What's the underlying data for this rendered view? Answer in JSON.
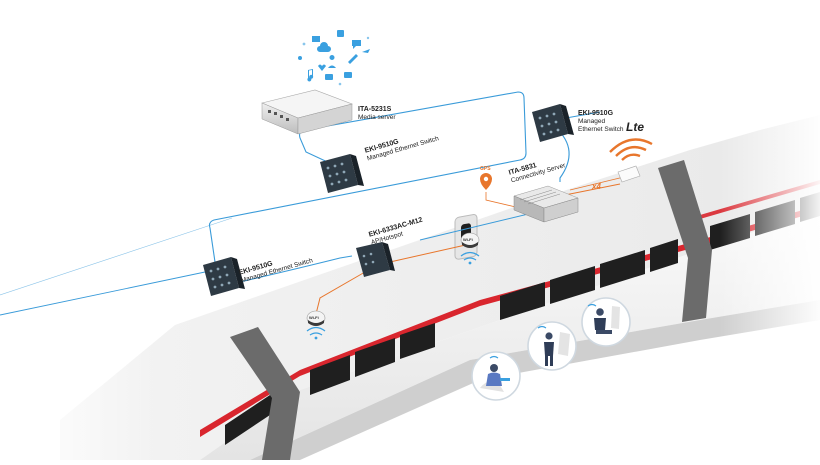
{
  "labels": {
    "media_server": {
      "model": "ITA-5231S",
      "desc": "Media server"
    },
    "switch_top_center": {
      "model": "EKI-9510G",
      "desc": "Managed Ethernet Switch"
    },
    "switch_top_right": {
      "model": "EKI-9510G",
      "desc_line1": "Managed",
      "desc_line2": "Ethernet Switch"
    },
    "connectivity_server": {
      "model": "ITA-5831",
      "desc": "Connectivity Server"
    },
    "access_point": {
      "model": "EKI-6333AC-M12",
      "desc": "AP/Hotspot"
    },
    "switch_left": {
      "model": "EKI-9510G",
      "desc": "Managed Ethernet Switch"
    }
  },
  "tags": {
    "gps": "GPS",
    "lte": "Lte",
    "x4": "x4",
    "wifi": "Wi-Fi"
  },
  "colors": {
    "network_line": "#3a9bd9",
    "lan_line": "#e8762c",
    "train_red": "#d9262e",
    "train_body": "#f1f1f1",
    "train_window": "#1f1f1f",
    "connector": "#6b6b6b",
    "icon_blue": "#3aa0e0"
  },
  "icons": [
    "cloud-icon",
    "music-note-icon",
    "heart-icon",
    "share-icon",
    "people-icon",
    "calendar-icon",
    "chat-icon",
    "airplane-icon",
    "email-icon",
    "pen-icon",
    "camera-icon",
    "briefcase-icon"
  ]
}
